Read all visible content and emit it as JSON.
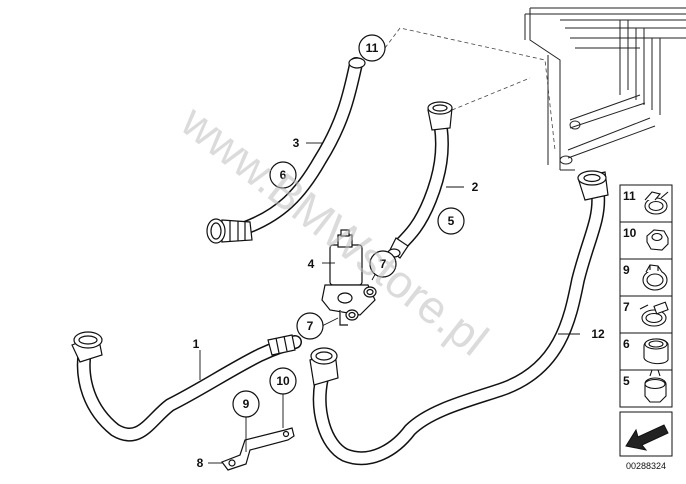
{
  "watermark": "www.BMWstore.pl",
  "doc_number": "00288324",
  "callouts": {
    "c1": "1",
    "c2": "2",
    "c3": "3",
    "c4": "4",
    "c5": "5",
    "c6": "6",
    "c7a": "7",
    "c7b": "7",
    "c8": "8",
    "c9": "9",
    "c10": "10",
    "c11": "11",
    "c12": "12"
  },
  "legend": [
    "11",
    "10",
    "9",
    "7",
    "6",
    "5"
  ],
  "icons": {
    "hose_clamp": "hose-clamp-icon",
    "hex_nut": "hex-nut-icon",
    "spring_clamp": "spring-clamp-icon",
    "worm_clamp": "worm-clamp-icon",
    "hose_clip": "hose-clip-icon",
    "holder_clip": "holder-clip-icon",
    "direction_arrow": "direction-arrow-icon"
  }
}
